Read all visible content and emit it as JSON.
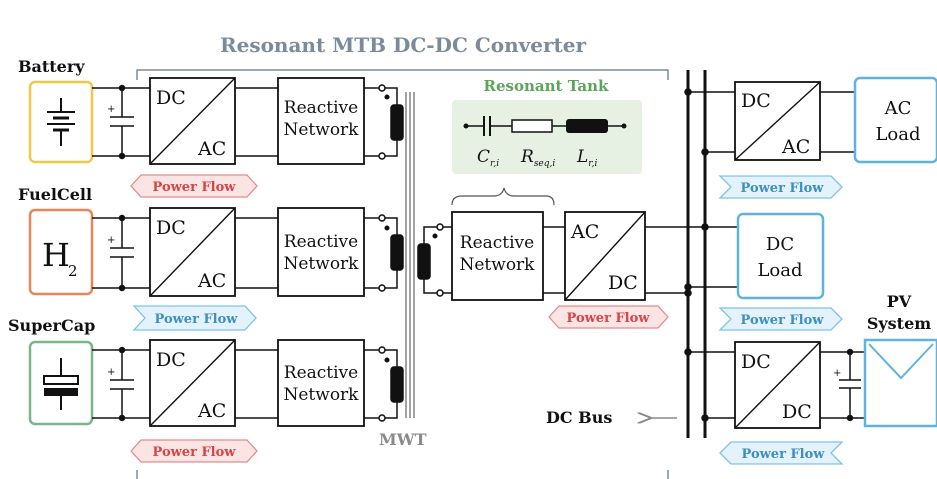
{
  "title": "Resonant MTB DC-DC Converter",
  "sources": {
    "battery": "Battery",
    "fuelcell": "FuelCell",
    "fuelcell_symbol": "H",
    "fuelcell_subscript": "2",
    "supercap": "SuperCap",
    "pv": [
      "PV",
      "System"
    ]
  },
  "converter_labels": {
    "dc": "DC",
    "ac": "AC",
    "reactive": [
      "Reactive",
      "Network"
    ]
  },
  "loads": {
    "ac_load": [
      "AC",
      "Load"
    ],
    "dc_load": [
      "DC",
      "Load"
    ]
  },
  "resonant_tank": {
    "label": "Resonant Tank",
    "C": "C",
    "C_sub": "r,i",
    "R": "R",
    "R_sub": "seq,i",
    "L": "L",
    "L_sub": "r,i"
  },
  "power_flow": "Power Flow",
  "mwt": "MWT",
  "dc_bus": "DC Bus",
  "plus": "+",
  "colors": {
    "title": "#7a8c9b",
    "tank_green": "#5aa55a",
    "tank_bg": "#e6f1e4",
    "battery": "#f0c84a",
    "fuelcell": "#e8865a",
    "supercap": "#7ab58a",
    "load_blue": "#5fb3e0",
    "flow_red_fill": "#fbe4e4",
    "flow_red_stroke": "#e38c8c",
    "flow_red_text": "#d64545",
    "flow_blue_fill": "#e4f2fb",
    "flow_blue_stroke": "#7ec3ea",
    "flow_blue_text": "#3d8fc2",
    "mwt": "#8a8a8a"
  }
}
